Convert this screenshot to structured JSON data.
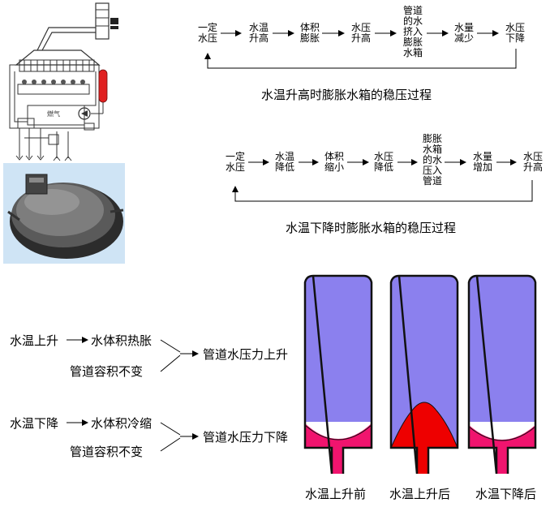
{
  "flow_up": {
    "steps": [
      "一定\n水压",
      "水温\n升高",
      "体积\n膨胀",
      "水压\n升高",
      "管道\n的水\n挤入\n膨胀\n水箱",
      "水量\n减少",
      "水压\n下降"
    ],
    "caption": "水温升高时膨胀水箱的稳压过程"
  },
  "flow_down": {
    "steps": [
      "一定\n水压",
      "水温\n降低",
      "体积\n缩小",
      "水压\n降低",
      "膨胀\n水箱\n的水\n压入\n管道",
      "水量\n增加",
      "水压\n升高"
    ],
    "caption": "水温下降时膨胀水箱的稳压过程"
  },
  "logic_up": {
    "cause": "水温上升",
    "effect": "水体积热胀",
    "condition": "管道容积不变",
    "result": "管道水压力上升"
  },
  "logic_down": {
    "cause": "水温下降",
    "effect": "水体积冷缩",
    "condition": "管道容积不变",
    "result": "管道水压力下降"
  },
  "tanks": [
    {
      "label": "水温上升前",
      "state": "normal"
    },
    {
      "label": "水温上升后",
      "state": "expanded"
    },
    {
      "label": "水温下降后",
      "state": "normal"
    }
  ],
  "colors": {
    "tank_gas": "#8b80ee",
    "water_pink": "#f0146e",
    "water_red": "#ee0000",
    "tank_stroke": "#111111",
    "arrow": "#000000",
    "photo_bg": "#cfe4f5",
    "boiler_red": "#e02020"
  },
  "schematic": {
    "gas_label": "燃气"
  }
}
